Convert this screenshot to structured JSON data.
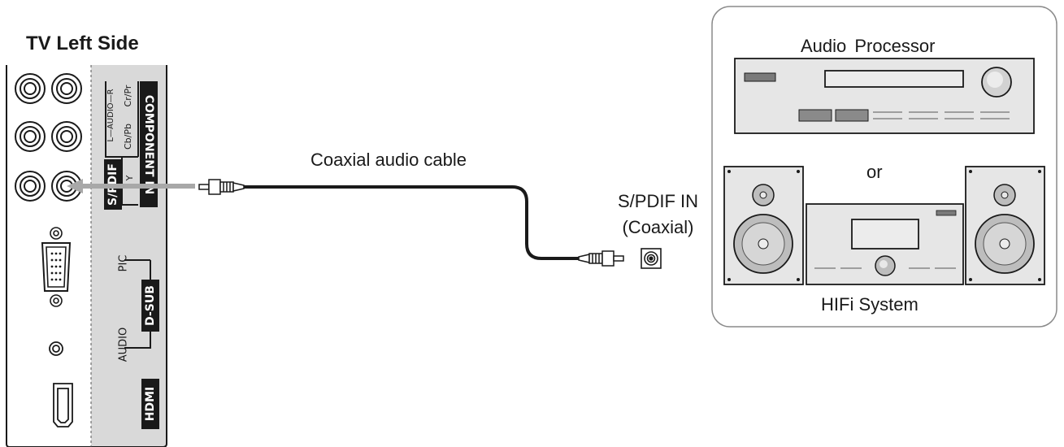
{
  "title": "TV Left Side",
  "cable_label": "Coaxial audio cable",
  "spdif_in": {
    "line1": "S/PDIF IN",
    "line2": "(Coaxial)"
  },
  "devices": {
    "audio_processor": "Audio Processor",
    "or": "or",
    "hifi_system": "HIFi System"
  },
  "tv_panel": {
    "component_in": "COMPONENT IN",
    "spdif": "S/PDIF",
    "dsub": "D-SUB",
    "hdmi": "HDMI",
    "pic": "PIC",
    "audio": "AUDIO",
    "audio_lr": "L—AUDIO—R",
    "cr_pr": "Cr/Pr",
    "cb_pb": "Cb/Pb",
    "y": "Y"
  },
  "colors": {
    "panel_gray": "#d9d9d9",
    "line": "#1a1a1a",
    "arrow": "#a8a8a8"
  },
  "icons": [
    "rca-jack-icon",
    "vga-port-icon",
    "hdmi-port-icon",
    "coaxial-plug-icon",
    "coaxial-jack-icon",
    "speaker-icon",
    "amplifier-icon"
  ]
}
